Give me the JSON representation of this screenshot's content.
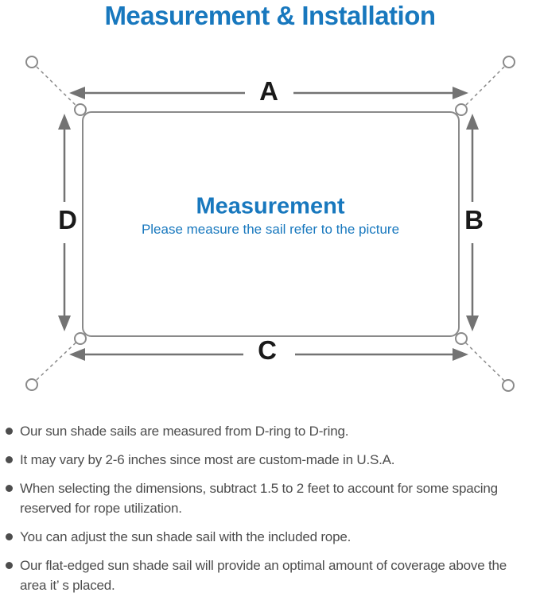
{
  "page": {
    "title": "Measurement & Installation"
  },
  "theme": {
    "accent": "#1878be",
    "text": "#4d4d4d",
    "line": "#8a8a8a",
    "arrow": "#737373",
    "label": "#1a1a1a"
  },
  "diagram": {
    "center_title": "Measurement",
    "center_subtitle": "Please measure the sail refer to the picture",
    "labels": {
      "top": "A",
      "right": "B",
      "bottom": "C",
      "left": "D"
    }
  },
  "notes": {
    "items": [
      "Our sun shade sails are measured from D-ring to D-ring.",
      "It may vary by 2-6 inches since most are custom-made in U.S.A.",
      "When selecting the dimensions, subtract 1.5 to 2 feet to account for some spacing reserved for rope utilization.",
      "You can adjust the sun shade sail with the included rope.",
      "Our flat-edged sun shade sail will provide an optimal amount of coverage above the area it’ s placed."
    ]
  }
}
